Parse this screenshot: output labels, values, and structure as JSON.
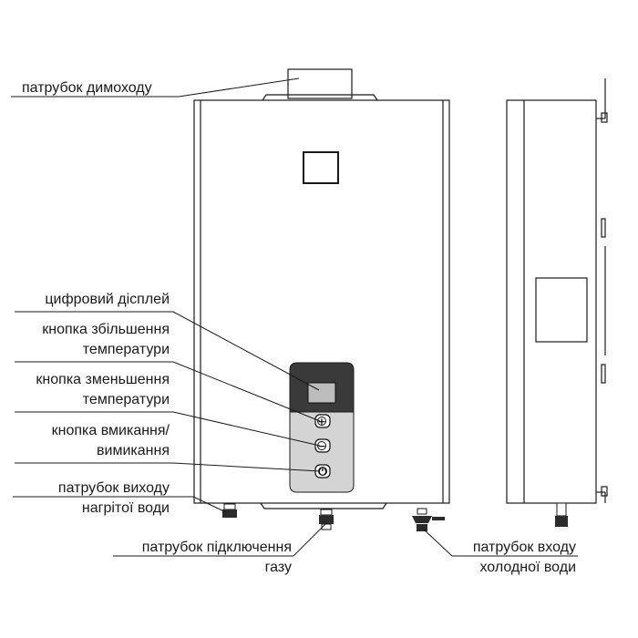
{
  "labels": {
    "chimney": "патрубок димоходу",
    "display": "цифровий дісплей",
    "temp_up_1": "кнопка збільшення",
    "temp_up_2": "температури",
    "temp_down_1": "кнопка зменьшення",
    "temp_down_2": "температури",
    "power_1": "кнопка вмикання/",
    "power_2": "вимикання",
    "hot_out_1": "патрубок виходу",
    "hot_out_2": "нагрітої води",
    "gas_1": "патрубок підключення",
    "gas_2": "газу",
    "cold_in_1": "патрубок входу",
    "cold_in_2": "холодної води"
  },
  "icons": {
    "plus": "+",
    "minus": "−",
    "power": "⏻"
  },
  "colors": {
    "line": "#1a1a1a",
    "panel_dark": "#3a3a3a",
    "panel_light": "#d4d4d4",
    "screen": "#bdbdbd",
    "pipe": "#2b2b2b"
  }
}
